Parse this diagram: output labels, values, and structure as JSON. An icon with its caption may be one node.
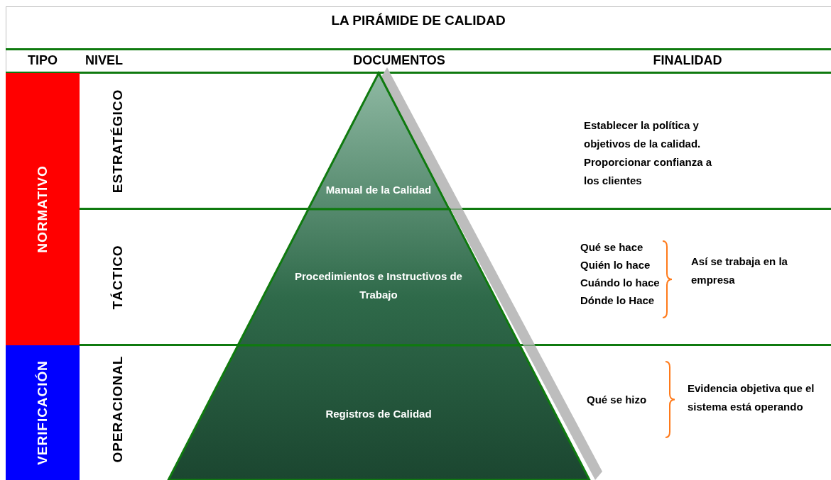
{
  "diagram": {
    "title": "LA PIRÁMIDE DE CALIDAD",
    "nodes": [
      {
        "text": [
          "NORMATIVO"
        ]
      },
      {
        "text": [
          "VERIFICACIÓN"
        ]
      },
      {
        "text": [
          "Manual de la Calidad"
        ]
      },
      {
        "text": [
          "Procedimientos e Instructivos de Trabajo"
        ]
      },
      {
        "text": [
          "Registros de Calidad"
        ]
      }
    ],
    "labels": [
      "TIPO",
      "NIVEL",
      "DOCUMENTOS",
      "FINALIDAD",
      "ESTRATÉGICO",
      "Establecer la política y objetivos de la calidad. Proporcionar confianza a los clientes",
      "TÁCTICO",
      "Qué se hace",
      "Quién lo hace",
      "Cuándo lo hace",
      "Dónde lo Hace",
      "Así se trabaja en la empresa",
      "OPERACIONAL",
      "Qué se hizo",
      "Evidencia objetiva que el sistema está operando"
    ]
  }
}
